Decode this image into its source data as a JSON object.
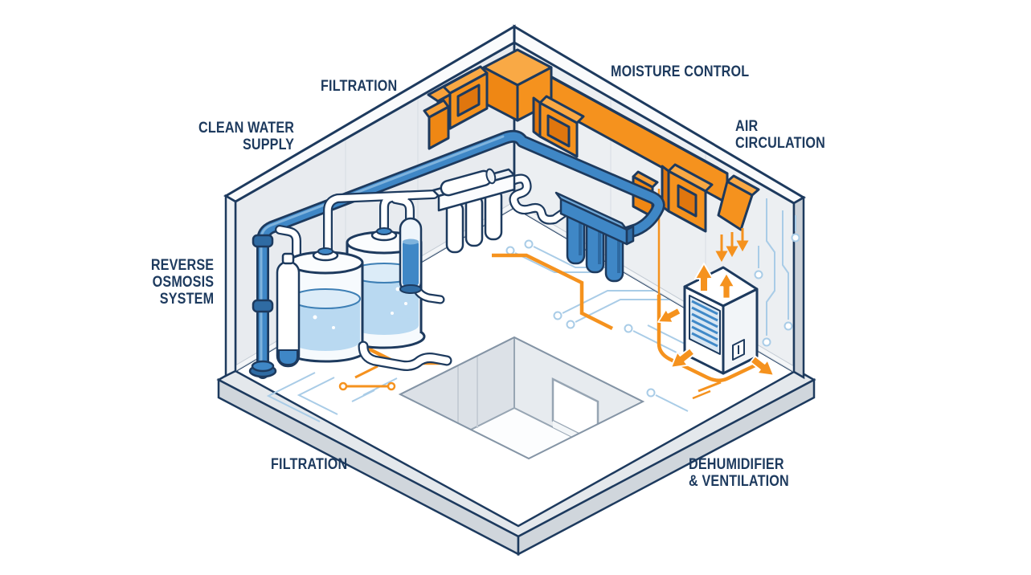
{
  "labels": {
    "filtration_top": "FILTRATION",
    "clean_water_1": "CLEAN WATER",
    "clean_water_2": "SUPPLY",
    "moisture_control": "MOISTURE CONTROL",
    "air_circulation_1": "AIR",
    "air_circulation_2": "CIRCULATION",
    "reverse_osmosis_1": "REVERSE",
    "reverse_osmosis_2": "OSMOSIS",
    "reverse_osmosis_3": "SYSTEM",
    "filtration_bottom": "FILTRATION",
    "dehumidifier_1": "DEHUMIDIFIER",
    "dehumidifier_2": "& VENTILATION"
  },
  "palette": {
    "outline_navy": "#1d3a5e",
    "label_navy": "#1d3a5e",
    "pipe_blue": "#3f87c6",
    "pipe_blue_dark": "#2f6ba3",
    "water_blue": "#b9d9f1",
    "water_surface": "#dcecf8",
    "duct_orange": "#f5921e",
    "duct_orange_dark": "#e0760e",
    "duct_orange_light": "#f9a945",
    "trace_blue": "#a9cce7",
    "wall_gray": "#e8ebef",
    "walkway_gray": "#e4e8ec",
    "platform_side_gray": "#d0d6dc",
    "pit_wall_gray": "#dce1e7",
    "background": "#ffffff"
  }
}
